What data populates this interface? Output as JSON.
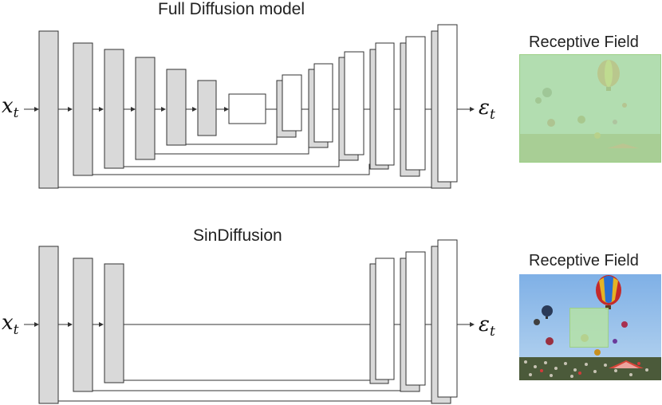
{
  "top": {
    "title": "Full Diffusion model",
    "rf_label": "Receptive Field",
    "input_symbol": "x",
    "input_sub": "t",
    "output_symbol": "ε",
    "output_sub": "t"
  },
  "bottom": {
    "title": "SinDiffusion",
    "rf_label": "Receptive Field",
    "input_symbol": "x",
    "input_sub": "t",
    "output_symbol": "ε",
    "output_sub": "t"
  },
  "colors": {
    "block_fill": "#d9d9d9",
    "block_stroke": "#333333",
    "decoder_fill": "#ffffff",
    "overlay": "#b6e3a4",
    "sky": "#9ec4ea"
  }
}
